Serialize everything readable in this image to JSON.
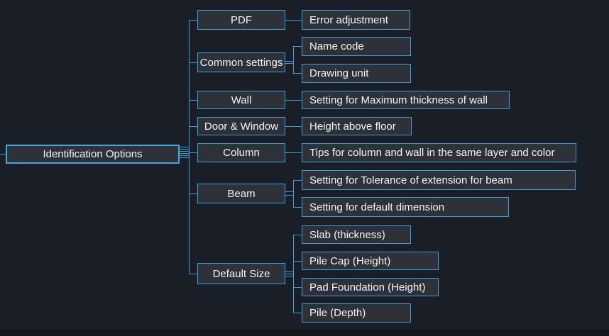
{
  "colors": {
    "background": "#1a1e27",
    "node_fill": "#2e3238",
    "border_accent": "#3b9dd9",
    "root_border": "#43a7e3",
    "text": "#f2f4f6"
  },
  "tree": {
    "root": {
      "label": "Identification Options"
    },
    "branches": [
      {
        "label": "PDF",
        "children": [
          {
            "label": "Error adjustment"
          }
        ]
      },
      {
        "label": "Common settings",
        "children": [
          {
            "label": "Name code"
          },
          {
            "label": "Drawing unit"
          }
        ]
      },
      {
        "label": "Wall",
        "children": [
          {
            "label": "Setting for Maximum thickness of wall"
          }
        ]
      },
      {
        "label": "Door & Window",
        "children": [
          {
            "label": "Height above floor"
          }
        ]
      },
      {
        "label": "Column",
        "children": [
          {
            "label": "Tips for column and wall in the same layer and color"
          }
        ]
      },
      {
        "label": "Beam",
        "children": [
          {
            "label": "Setting for Tolerance of extension for beam"
          },
          {
            "label": "Setting for default dimension"
          }
        ]
      },
      {
        "label": "Default Size",
        "children": [
          {
            "label": "Slab (thickness)"
          },
          {
            "label": "Pile Cap (Height)"
          },
          {
            "label": "Pad Foundation (Height)"
          },
          {
            "label": "Pile (Depth)"
          }
        ]
      }
    ]
  }
}
